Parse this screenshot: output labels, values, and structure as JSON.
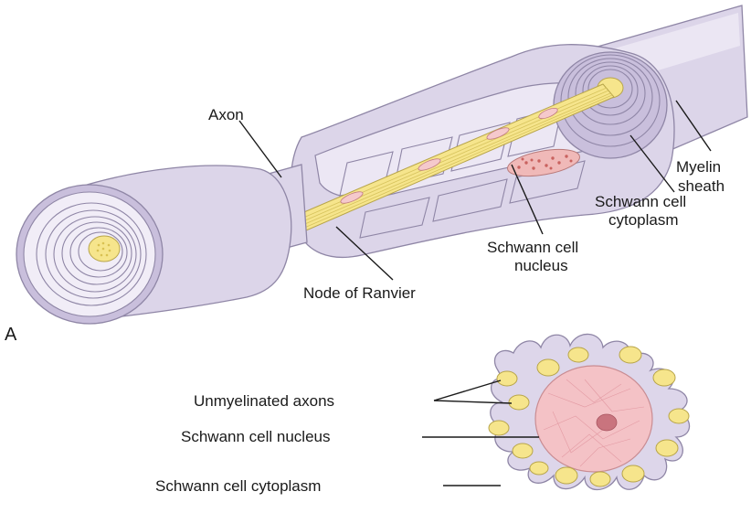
{
  "panel_a": {
    "panel_letter": "A",
    "labels": {
      "axon": "Axon",
      "myelin_line1": "Myelin",
      "myelin_line2": "sheath",
      "cytoplasm_line1": "Schwann cell",
      "cytoplasm_line2": "cytoplasm",
      "nucleus_line1": "Schwann cell",
      "nucleus_line2": "nucleus",
      "node": "Node of Ranvier"
    }
  },
  "panel_b": {
    "labels": {
      "unmyelinated": "Unmyelinated axons",
      "nucleus": "Schwann cell nucleus",
      "cytoplasm": "Schwann cell cytoplasm"
    }
  },
  "colors": {
    "sheath": "#dcd5e9",
    "axon": "#f6e58c",
    "nucleus": "#f2bcc2",
    "outline": "#8f86a6"
  }
}
